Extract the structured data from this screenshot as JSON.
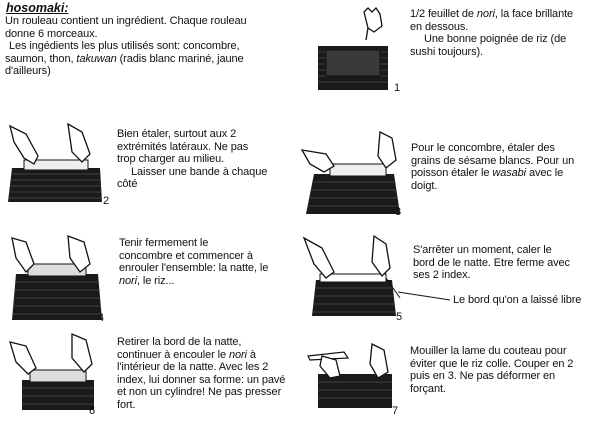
{
  "title": "hosomaki:",
  "intro": [
    "Un rouleau contient un ingrédient. Chaque rouleau",
    "donne 6 morceaux.",
    "Les ingédients les plus utilisés sont: concombre,",
    "saumon, thon, ",
    "takuwan",
    " (radis blanc mariné, jaune",
    "d'ailleurs)"
  ],
  "steps": [
    {
      "number": "1",
      "lines": [
        "1/2 feuillet de ",
        "nori",
        ", la face brillante",
        "en dessous.",
        "Une bonne poignée de riz (de",
        "sushi toujours)."
      ]
    },
    {
      "number": "2",
      "lines": [
        "Bien étaler, surtout aux 2",
        "extrémités latéraux. Ne pas",
        "trop charger au milieu.",
        "Laisser une bande à chaque",
        "côté"
      ]
    },
    {
      "number": "3",
      "lines": [
        "Pour le concombre, étaler des",
        "grains de sésame blancs. Pour un",
        "poisson étaler le ",
        "wasabi",
        " avec le",
        "doigt."
      ]
    },
    {
      "number": "4",
      "lines": [
        "Tenir fermement le",
        "concombre et commencer à",
        "enrouler l'ensemble: la natte, le",
        "nori",
        ", le riz..."
      ]
    },
    {
      "number": "5",
      "lines": [
        "S'arrêter un moment, caler le",
        "bord de le natte. Etre ferme avec",
        "ses 2 index."
      ],
      "annotation": "Le bord qu'on a laissé libre"
    },
    {
      "number": "6",
      "lines": [
        "Retirer la bord de la natte,",
        "continuer à encouler le ",
        "nori",
        " à",
        "l'intérieur de la natte. Avec les 2",
        "index, lui donner sa forme: un pavé",
        "et non un cylindre! Ne pas presser",
        "fort."
      ]
    },
    {
      "number": "7",
      "lines": [
        "Mouiller la lame du couteau pour",
        "éviter que le riz colle. Couper en 2",
        "puis en 3. Ne pas déformer en",
        "forçant."
      ]
    }
  ]
}
